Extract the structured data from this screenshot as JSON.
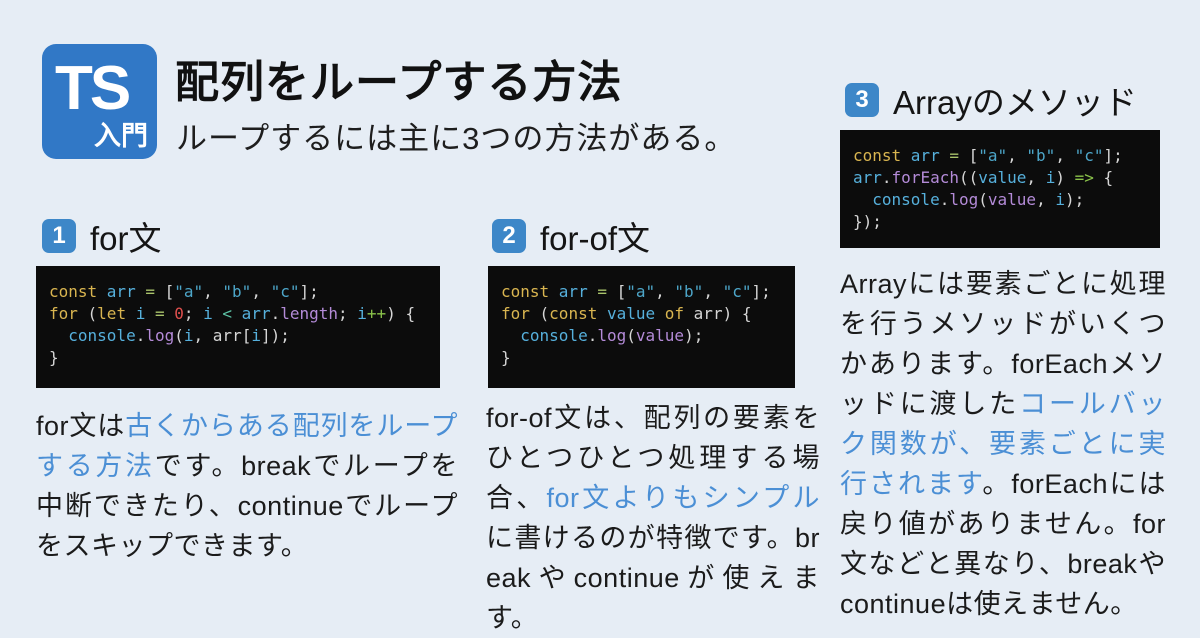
{
  "colors": {
    "background": "#e6edf5",
    "accent_blue": "#4b8fd5",
    "badge_blue": "#3d87c8",
    "logo_blue": "#3178c6",
    "code_bg": "#0c0c0c",
    "syntax": {
      "kw": "#d9b550",
      "id": "#56b0dc",
      "str": "#4da6c9",
      "op": "#a9c36b",
      "cmp": "#5dc2a5",
      "inc": "#8ac24a",
      "num": "#e0504e",
      "prop": "#b48bd8",
      "pun": "#d6d6d6"
    }
  },
  "logo": {
    "line1": "TS",
    "line2": "入門"
  },
  "header": {
    "title": "配列をループする方法",
    "subtitle": "ループするには主に3つの方法がある。"
  },
  "sections": [
    {
      "number": "1",
      "title": "for文",
      "code": [
        [
          {
            "t": "const ",
            "c": "kw"
          },
          {
            "t": "arr ",
            "c": "id"
          },
          {
            "t": "= ",
            "c": "op"
          },
          {
            "t": "[",
            "c": "pun"
          },
          {
            "t": "\"a\"",
            "c": "str"
          },
          {
            "t": ", ",
            "c": "pun"
          },
          {
            "t": "\"b\"",
            "c": "str"
          },
          {
            "t": ", ",
            "c": "pun"
          },
          {
            "t": "\"c\"",
            "c": "str"
          },
          {
            "t": "];",
            "c": "pun"
          }
        ],
        [
          {
            "t": "for ",
            "c": "kw"
          },
          {
            "t": "(",
            "c": "pun"
          },
          {
            "t": "let ",
            "c": "kw"
          },
          {
            "t": "i ",
            "c": "id"
          },
          {
            "t": "= ",
            "c": "op"
          },
          {
            "t": "0",
            "c": "num"
          },
          {
            "t": "; ",
            "c": "pun"
          },
          {
            "t": "i ",
            "c": "id"
          },
          {
            "t": "< ",
            "c": "cmp"
          },
          {
            "t": "arr",
            "c": "id"
          },
          {
            "t": ".",
            "c": "pun"
          },
          {
            "t": "length",
            "c": "prop"
          },
          {
            "t": "; ",
            "c": "pun"
          },
          {
            "t": "i",
            "c": "id"
          },
          {
            "t": "++",
            "c": "inc"
          },
          {
            "t": ") {",
            "c": "pun"
          }
        ],
        [
          {
            "t": "  ",
            "c": "pun"
          },
          {
            "t": "console",
            "c": "id"
          },
          {
            "t": ".",
            "c": "pun"
          },
          {
            "t": "log",
            "c": "prop"
          },
          {
            "t": "(",
            "c": "pun"
          },
          {
            "t": "i",
            "c": "id"
          },
          {
            "t": ", ",
            "c": "pun"
          },
          {
            "t": "arr",
            "c": "pun"
          },
          {
            "t": "[",
            "c": "pun"
          },
          {
            "t": "i",
            "c": "id"
          },
          {
            "t": "]);",
            "c": "pun"
          }
        ],
        [
          {
            "t": "}",
            "c": "pun"
          }
        ]
      ],
      "description_runs": [
        {
          "text": "for文は",
          "blue": false
        },
        {
          "text": "古くからある配列をループする方法",
          "blue": true
        },
        {
          "text": "です。breakでループを中断できたり、continueでループをスキップできます。",
          "blue": false
        }
      ]
    },
    {
      "number": "2",
      "title": "for-of文",
      "code": [
        [
          {
            "t": "const ",
            "c": "kw"
          },
          {
            "t": "arr ",
            "c": "id"
          },
          {
            "t": "= ",
            "c": "op"
          },
          {
            "t": "[",
            "c": "pun"
          },
          {
            "t": "\"a\"",
            "c": "str"
          },
          {
            "t": ", ",
            "c": "pun"
          },
          {
            "t": "\"b\"",
            "c": "str"
          },
          {
            "t": ", ",
            "c": "pun"
          },
          {
            "t": "\"c\"",
            "c": "str"
          },
          {
            "t": "];",
            "c": "pun"
          }
        ],
        [
          {
            "t": "for ",
            "c": "kw"
          },
          {
            "t": "(",
            "c": "pun"
          },
          {
            "t": "const ",
            "c": "kw"
          },
          {
            "t": "value ",
            "c": "id"
          },
          {
            "t": "of ",
            "c": "kw"
          },
          {
            "t": "arr",
            "c": "pun"
          },
          {
            "t": ") {",
            "c": "pun"
          }
        ],
        [
          {
            "t": "  ",
            "c": "pun"
          },
          {
            "t": "console",
            "c": "id"
          },
          {
            "t": ".",
            "c": "pun"
          },
          {
            "t": "log",
            "c": "prop"
          },
          {
            "t": "(",
            "c": "pun"
          },
          {
            "t": "value",
            "c": "prop"
          },
          {
            "t": ");",
            "c": "pun"
          }
        ],
        [
          {
            "t": "}",
            "c": "pun"
          }
        ]
      ],
      "description_runs": [
        {
          "text": "for-of文は、配列の要素をひとつひとつ処理する場合、",
          "blue": false
        },
        {
          "text": "for文よりもシンプル",
          "blue": true
        },
        {
          "text": "に書けるのが特徴です。breakやcontinueが使えます。",
          "blue": false
        }
      ]
    },
    {
      "number": "3",
      "title": "Arrayのメソッド",
      "code": [
        [
          {
            "t": "const ",
            "c": "kw"
          },
          {
            "t": "arr ",
            "c": "id"
          },
          {
            "t": "= ",
            "c": "op"
          },
          {
            "t": "[",
            "c": "pun"
          },
          {
            "t": "\"a\"",
            "c": "str"
          },
          {
            "t": ", ",
            "c": "pun"
          },
          {
            "t": "\"b\"",
            "c": "str"
          },
          {
            "t": ", ",
            "c": "pun"
          },
          {
            "t": "\"c\"",
            "c": "str"
          },
          {
            "t": "];",
            "c": "pun"
          }
        ],
        [
          {
            "t": "arr",
            "c": "id"
          },
          {
            "t": ".",
            "c": "pun"
          },
          {
            "t": "forEach",
            "c": "prop"
          },
          {
            "t": "((",
            "c": "pun"
          },
          {
            "t": "value",
            "c": "id"
          },
          {
            "t": ", ",
            "c": "pun"
          },
          {
            "t": "i",
            "c": "id"
          },
          {
            "t": ") ",
            "c": "pun"
          },
          {
            "t": "=> ",
            "c": "inc"
          },
          {
            "t": "{",
            "c": "pun"
          }
        ],
        [
          {
            "t": "  ",
            "c": "pun"
          },
          {
            "t": "console",
            "c": "id"
          },
          {
            "t": ".",
            "c": "pun"
          },
          {
            "t": "log",
            "c": "prop"
          },
          {
            "t": "(",
            "c": "pun"
          },
          {
            "t": "value",
            "c": "prop"
          },
          {
            "t": ", ",
            "c": "pun"
          },
          {
            "t": "i",
            "c": "id"
          },
          {
            "t": ");",
            "c": "pun"
          }
        ],
        [
          {
            "t": "});",
            "c": "pun"
          }
        ]
      ],
      "description_runs": [
        {
          "text": "Arrayには要素ごとに処理を行うメソッドがいくつかあります。forEachメソッドに渡した",
          "blue": false
        },
        {
          "text": "コールバック関数が、要素ごとに実行されます",
          "blue": true
        },
        {
          "text": "。forEachには戻り値がありません。for文などと異なり、breakやcontinueは使えません。",
          "blue": false
        }
      ]
    }
  ]
}
